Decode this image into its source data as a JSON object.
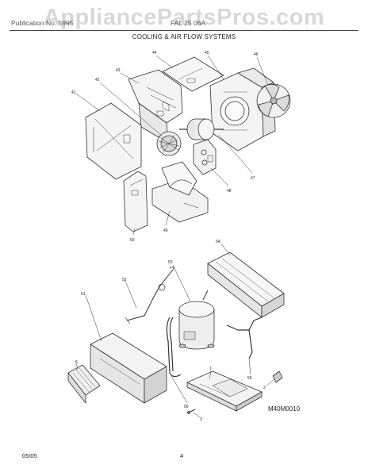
{
  "watermark": "AppliancePartsPros.com",
  "header": {
    "left": "Publication No. 5995",
    "model": "FAL 25 06A"
  },
  "title": "COOLING & AIR FLOW SYSTEMS",
  "figure_code": "M40M0010",
  "footer": {
    "date": "05/05",
    "page": "4"
  },
  "callouts": {
    "n1": "1",
    "n2": "2",
    "n3": "3",
    "n6": "6",
    "n41": "41",
    "n42": "42",
    "n43": "43",
    "n44": "44",
    "n45": "45",
    "n46": "46",
    "n47": "47",
    "n48": "48",
    "n49": "49",
    "n50": "50",
    "n51": "51",
    "n52": "52",
    "n53": "53",
    "n54": "54",
    "n55": "55",
    "n56": "56"
  }
}
